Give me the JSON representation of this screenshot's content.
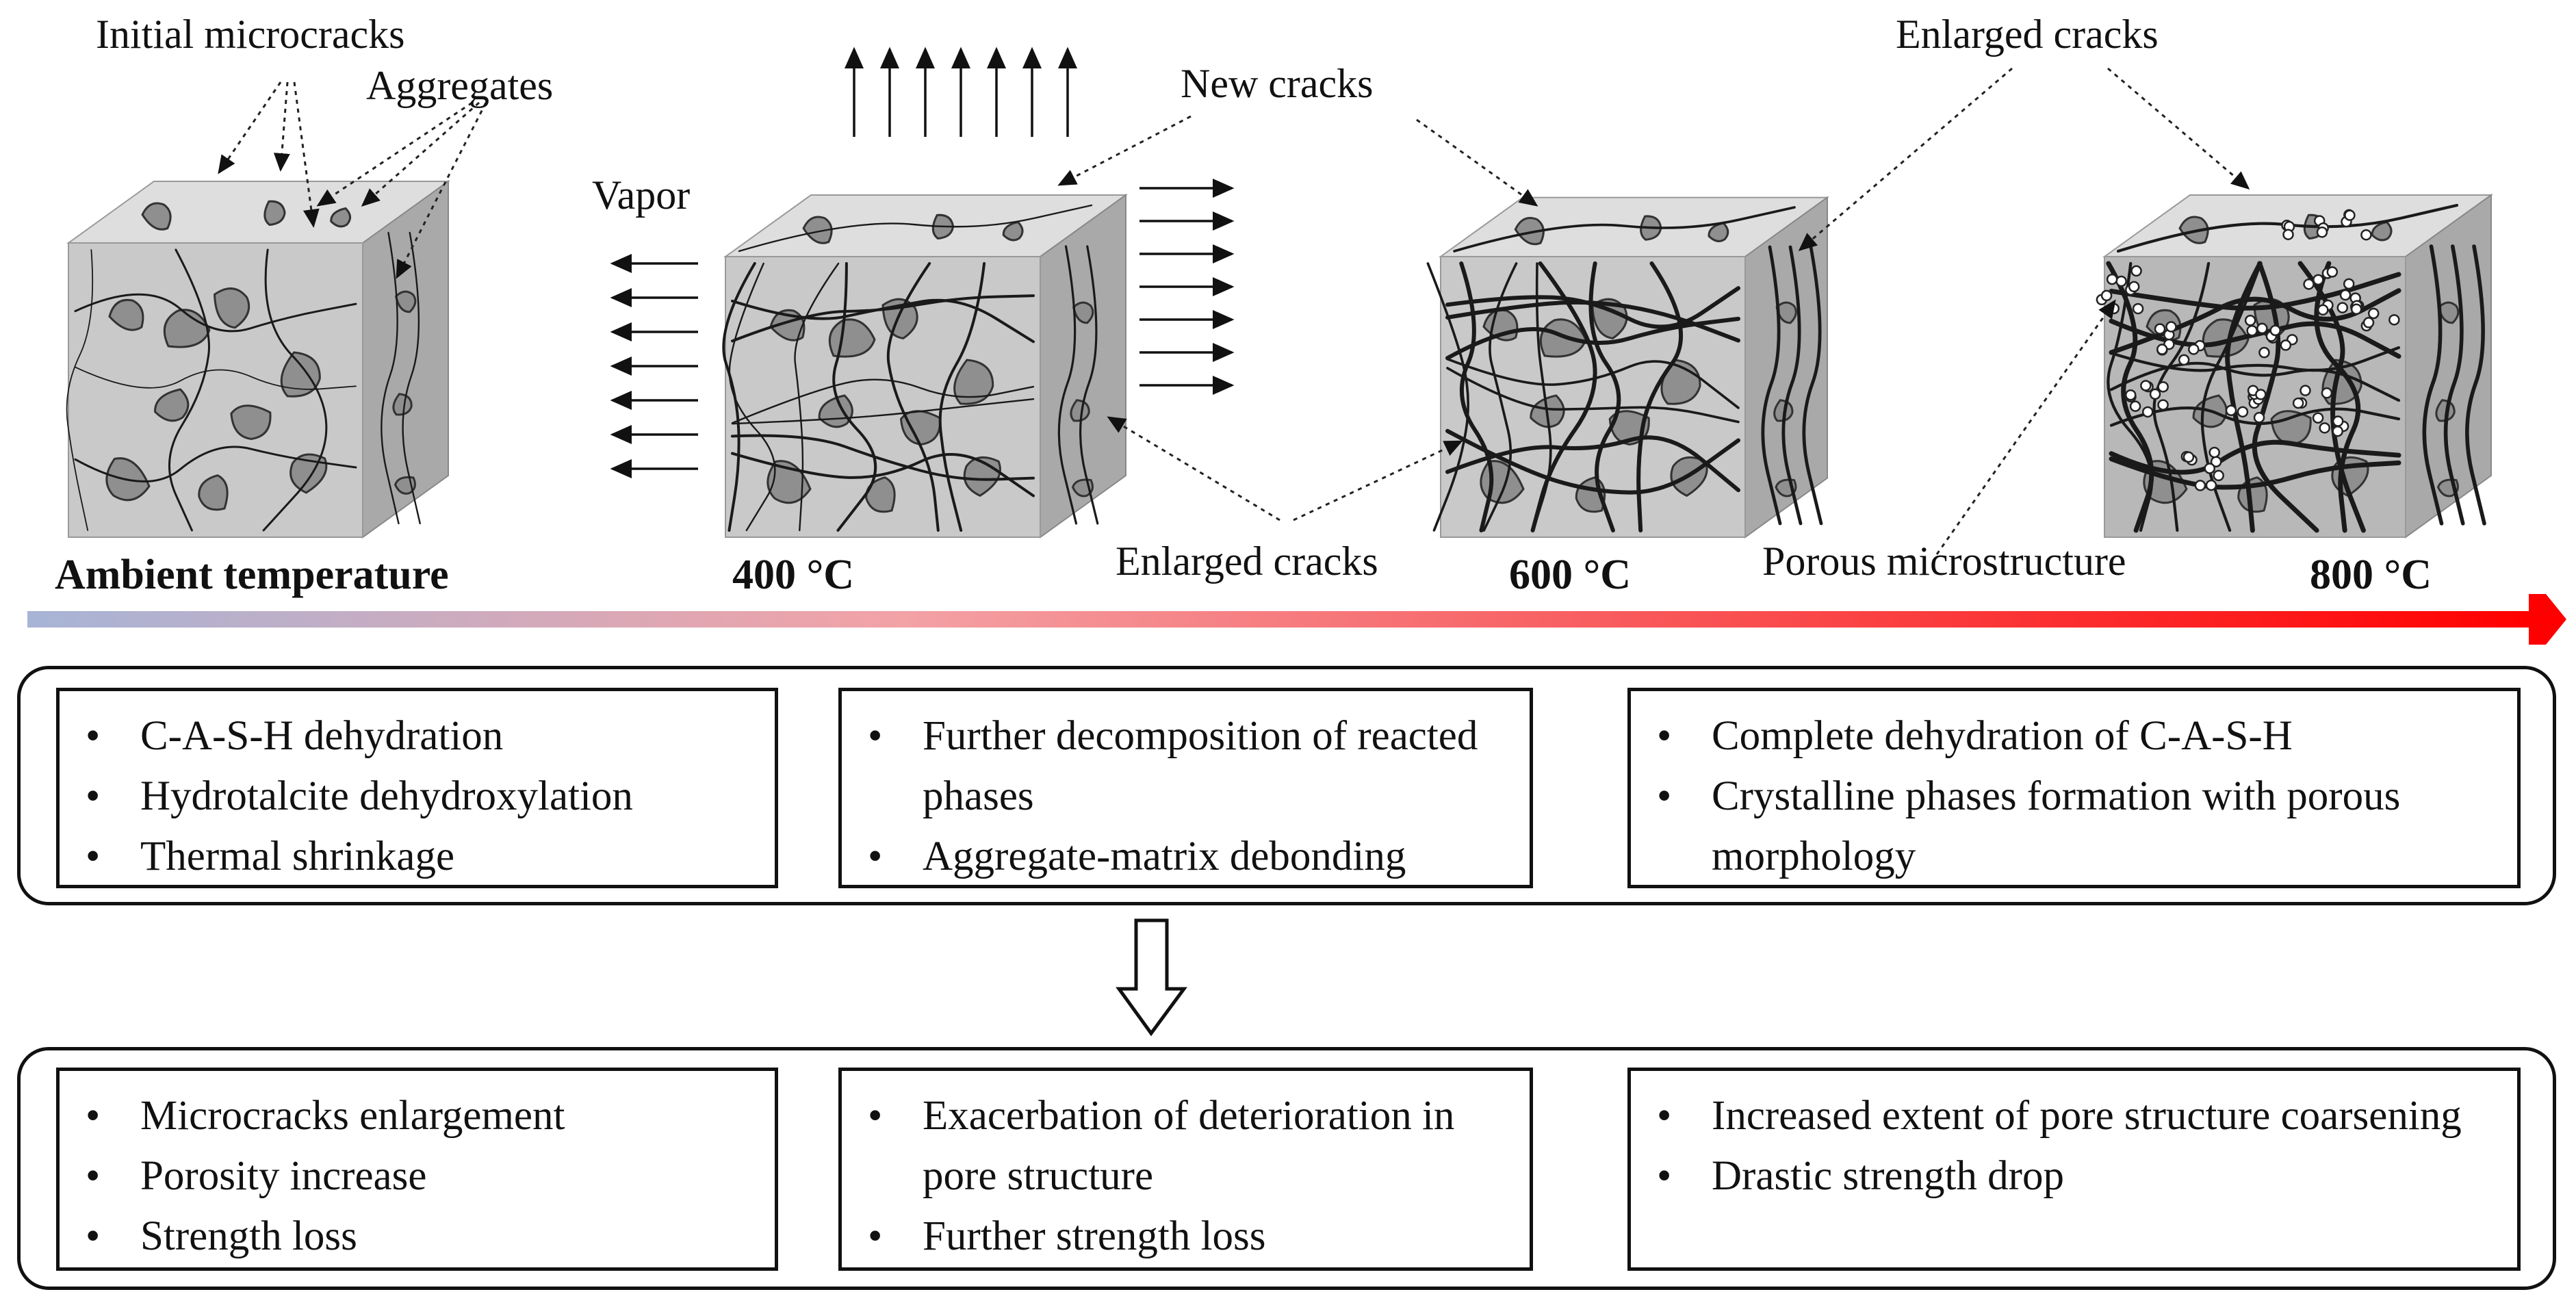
{
  "stages": [
    {
      "label": "Ambient temperature"
    },
    {
      "label": "400 °C"
    },
    {
      "label": "600 °C"
    },
    {
      "label": "800 °C"
    }
  ],
  "callouts": {
    "initial_microcracks": "Initial microcracks",
    "aggregates": "Aggregates",
    "vapor": "Vapor",
    "new_cracks": "New cracks",
    "enlarged_cracks_top": "Enlarged cracks",
    "enlarged_cracks_bottom": "Enlarged cracks",
    "porous_microstructure": "Porous microstructure"
  },
  "colors": {
    "gradient_start": "#a7b4d6",
    "gradient_mid": "#f3a2a6",
    "gradient_end": "#ff0000",
    "cube_front": "#c9c9c9",
    "cube_top": "#dedede",
    "cube_side": "#a9a9a9",
    "aggregate": "#8f8f8f"
  },
  "mechanisms": [
    {
      "items": [
        "C-A-S-H dehydration",
        "Hydrotalcite dehydroxylation",
        "Thermal shrinkage"
      ]
    },
    {
      "items": [
        "Further decomposition of reacted phases",
        "Aggregate-matrix debonding"
      ]
    },
    {
      "items": [
        "Complete dehydration of C-A-S-H",
        "Crystalline phases formation with porous morphology"
      ]
    }
  ],
  "effects": [
    {
      "items": [
        "Microcracks enlargement",
        "Porosity increase",
        "Strength loss"
      ]
    },
    {
      "items": [
        "Exacerbation of deterioration in pore structure",
        "Further strength loss"
      ]
    },
    {
      "items": [
        "Increased extent of pore structure coarsening",
        "Drastic strength drop"
      ]
    }
  ]
}
